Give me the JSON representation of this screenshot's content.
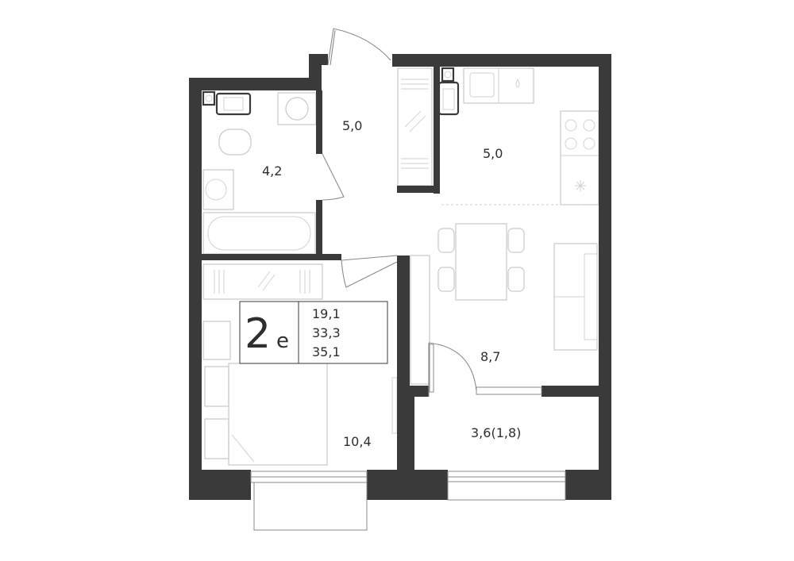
{
  "unit": {
    "rooms": "2",
    "suffix": "е",
    "areas": [
      "19,1",
      "33,3",
      "35,1"
    ]
  },
  "rooms": {
    "bathroom": "4,2",
    "hallway": "5,0",
    "kitchen": "5,0",
    "bedroom": "10,4",
    "living": "8,7",
    "balcony": "3,6(1,8)"
  },
  "colors": {
    "wall": "#3a3a3a",
    "line": "#c9c9c9",
    "text": "#2e2e2e"
  }
}
